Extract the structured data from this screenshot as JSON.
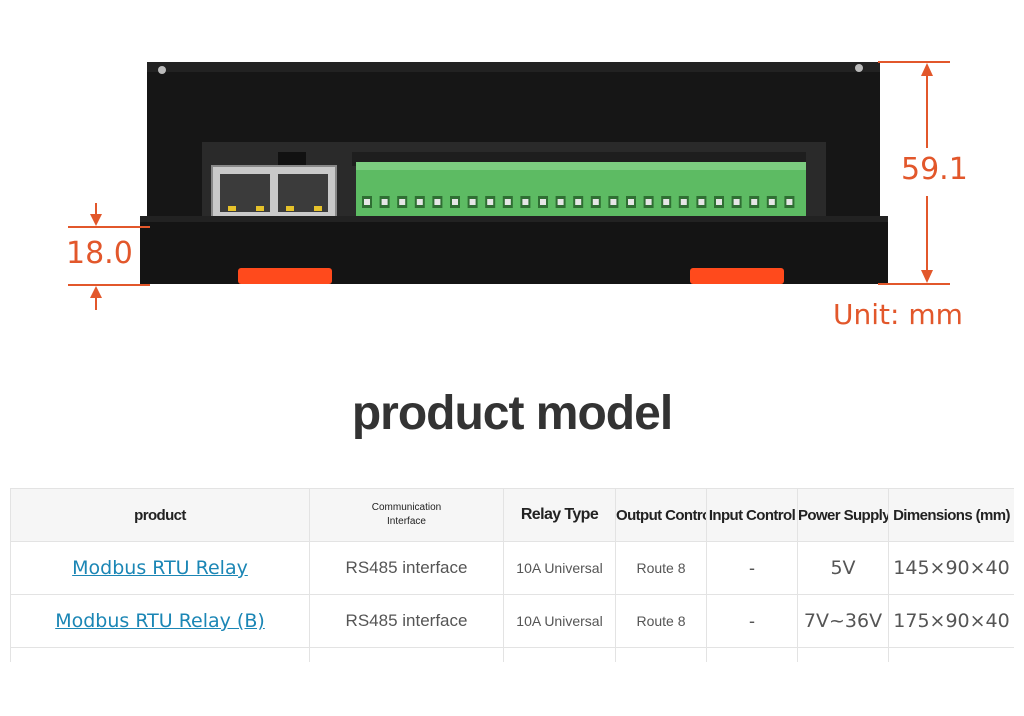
{
  "figure": {
    "dim_horizontal": "18.0",
    "dim_vertical": "59.1",
    "unit": "Unit: mm",
    "accent_color": "#e2572b",
    "body_color": "#1a1a1a",
    "terminal_color": "#5dbb63",
    "foot_color": "#ff4a1c"
  },
  "heading": "product model",
  "table": {
    "headers": [
      "product",
      "Communication\nInterface",
      "Relay Type",
      "Output Control",
      "Input Control",
      "Power Supply Range",
      "Dimensions (mm)"
    ],
    "rows": [
      [
        "Modbus RTU Relay",
        "RS485 interface",
        "10A Universal",
        "Route 8",
        "-",
        "5V",
        "145×90×40"
      ],
      [
        "Modbus RTU Relay (B)",
        "RS485 interface",
        "10A Universal",
        "Route 8",
        "-",
        "7V~36V",
        "175×90×40"
      ]
    ]
  }
}
